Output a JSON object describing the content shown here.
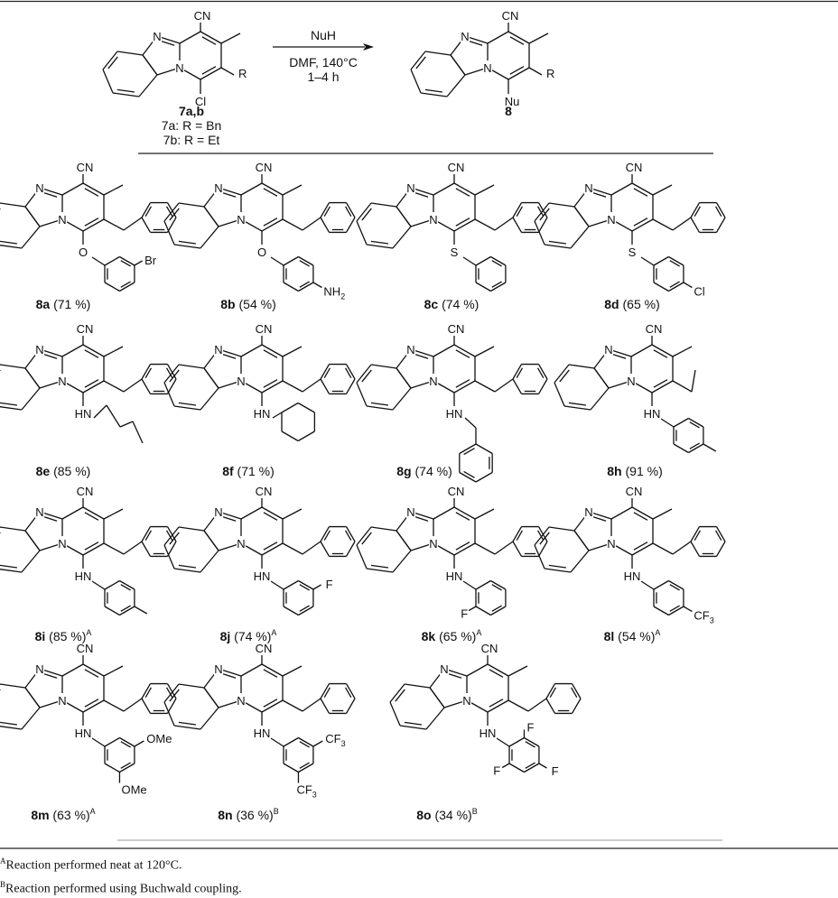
{
  "reaction": {
    "reagent": "NuH",
    "conditions": "DMF, 140°C",
    "time": "1–4 h",
    "start_label": "7a,b",
    "start_subs": [
      "7a: R = Bn",
      "7b: R = Et"
    ],
    "product_label": "8",
    "cn": "CN",
    "cl": "Cl",
    "r": "R",
    "nu": "Nu",
    "n": "N"
  },
  "compounds": [
    {
      "id": "8a",
      "yield": " (71 %)",
      "note": "",
      "link": "O",
      "r": "Bn",
      "aryl": "m-Br"
    },
    {
      "id": "8b",
      "yield": " (54 %)",
      "note": "",
      "link": "O",
      "r": "Bn",
      "aryl": "p-NH2"
    },
    {
      "id": "8c",
      "yield": " (74 %)",
      "note": "",
      "link": "S",
      "r": "Bn",
      "aryl": "Ph"
    },
    {
      "id": "8d",
      "yield": " (65 %)",
      "note": "",
      "link": "S",
      "r": "Bn",
      "aryl": "p-Cl"
    },
    {
      "id": "8e",
      "yield": " (85 %)",
      "note": "",
      "link": "HN",
      "r": "Bn",
      "aryl": "n-butyl"
    },
    {
      "id": "8f",
      "yield": " (71 %)",
      "note": "",
      "link": "HN",
      "r": "Bn",
      "aryl": "cyclohexyl"
    },
    {
      "id": "8g",
      "yield": " (74 %)",
      "note": "",
      "link": "HN",
      "r": "Bn",
      "aryl": "benzyl"
    },
    {
      "id": "8h",
      "yield": " (91 %)",
      "note": "",
      "link": "HN",
      "r": "Et",
      "aryl": "p-Me"
    },
    {
      "id": "8i",
      "yield": " (85 %)",
      "note": "A",
      "link": "HN",
      "r": "Bn",
      "aryl": "p-Me"
    },
    {
      "id": "8j",
      "yield": " (74 %)",
      "note": "A",
      "link": "HN",
      "r": "Bn",
      "aryl": "m-F"
    },
    {
      "id": "8k",
      "yield": " (65 %)",
      "note": "A",
      "link": "HN",
      "r": "Bn",
      "aryl": "o-F"
    },
    {
      "id": "8l",
      "yield": " (54 %)",
      "note": "A",
      "link": "HN",
      "r": "Bn",
      "aryl": "p-CF3"
    },
    {
      "id": "8m",
      "yield": " (63 %)",
      "note": "A",
      "link": "HN",
      "r": "Bn",
      "aryl": "3,5-OMe"
    },
    {
      "id": "8n",
      "yield": " (36 %)",
      "note": "B",
      "link": "HN",
      "r": "Bn",
      "aryl": "3,5-CF3"
    },
    {
      "id": "8o",
      "yield": " (34 %)",
      "note": "B",
      "link": "HN",
      "r": "Bn",
      "aryl": "2,4,6-F"
    }
  ],
  "atom_labels": {
    "Br": "Br",
    "NH": "NH",
    "sub2": "2",
    "Cl": "Cl",
    "F": "F",
    "CF": "CF",
    "sub3": "3",
    "OMe": "OMe"
  },
  "footnotes": [
    {
      "mark": "A",
      "text": "Reaction performed neat at 120°C."
    },
    {
      "mark": "B",
      "text": "Reaction performed using Buchwald coupling."
    }
  ]
}
